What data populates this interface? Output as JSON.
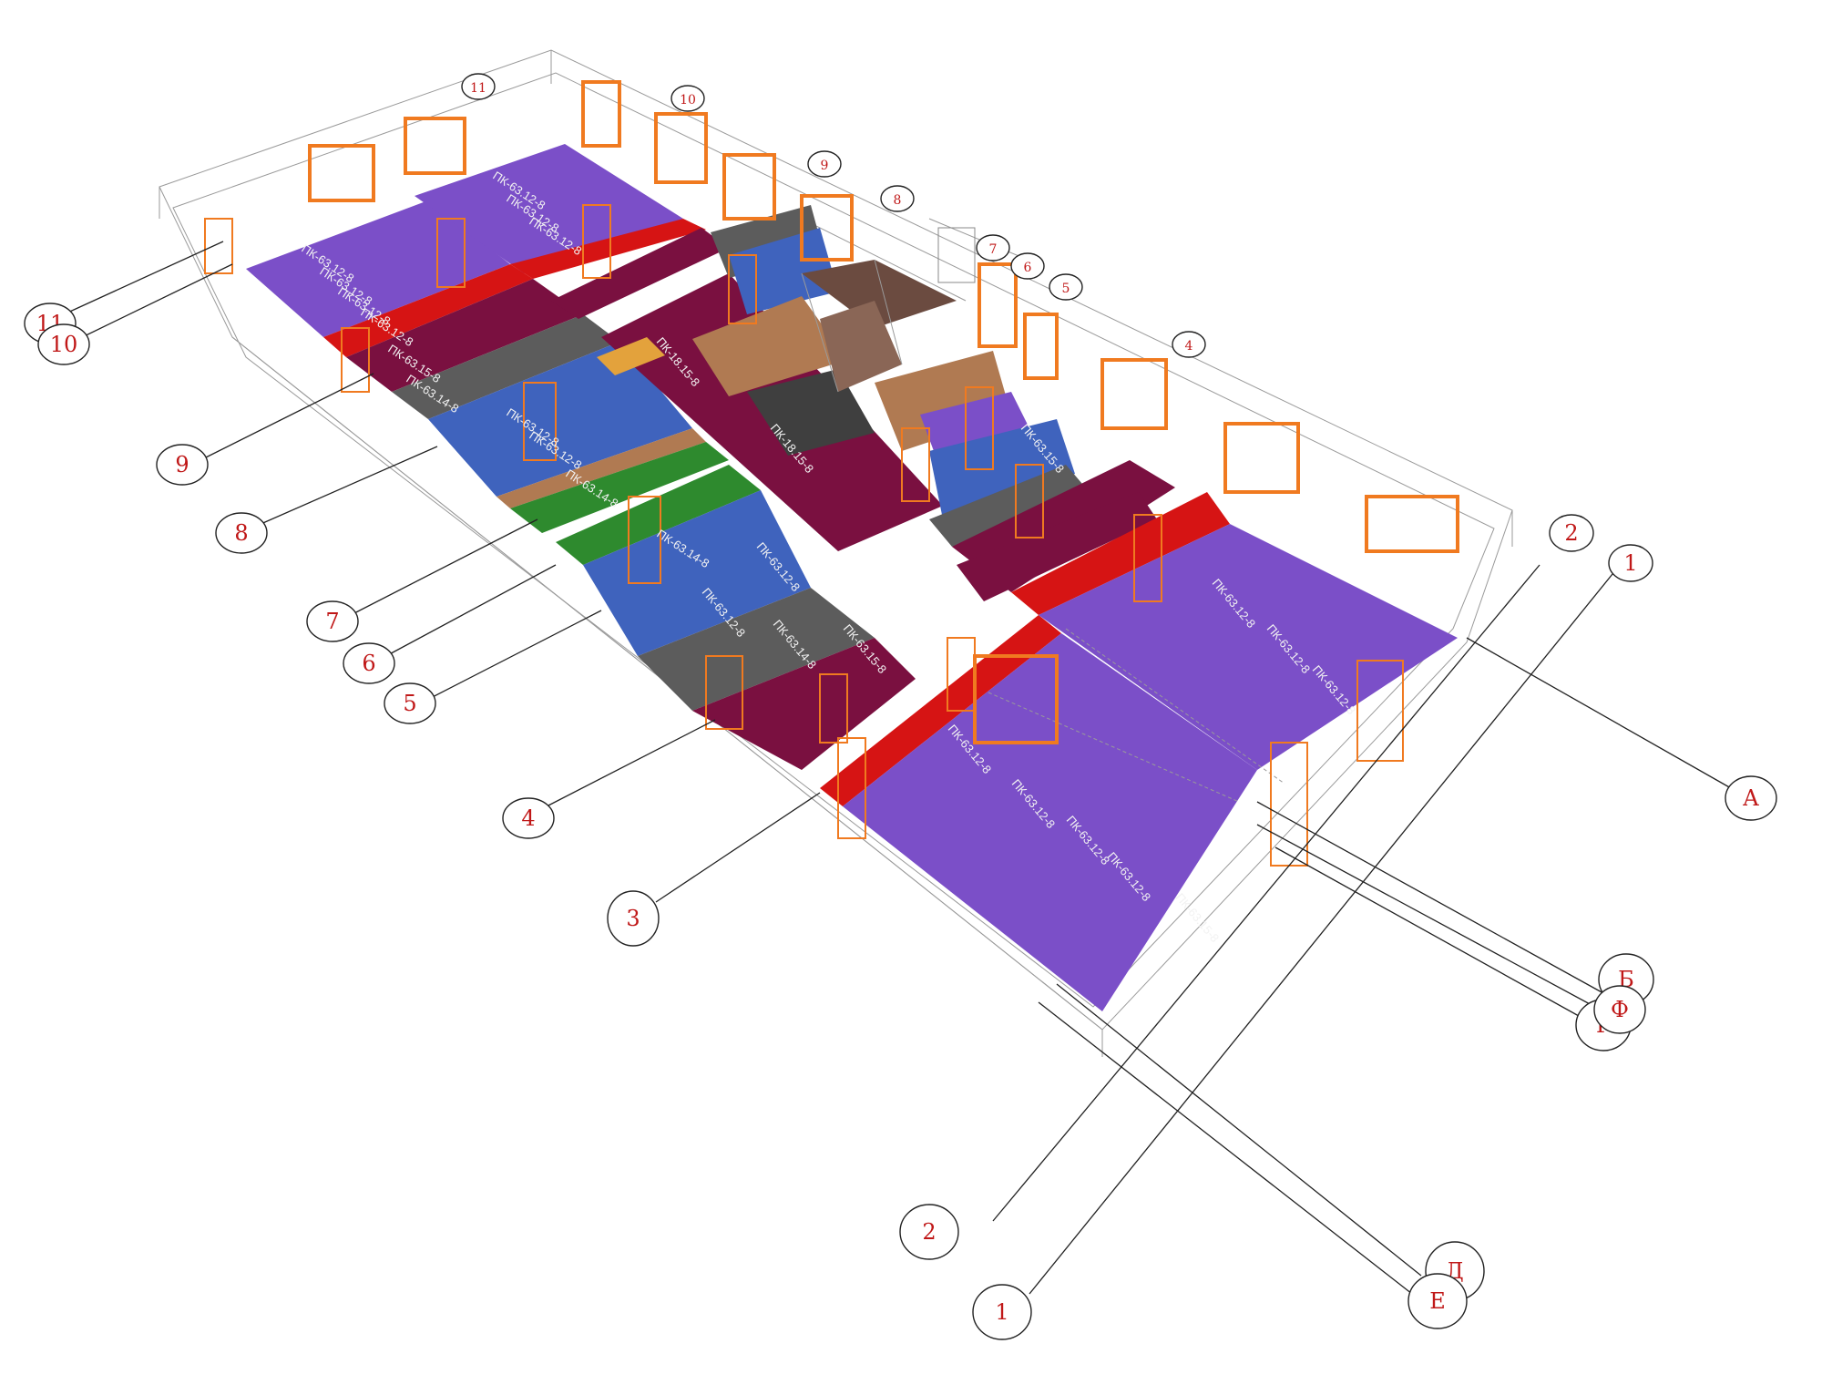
{
  "slab_labels": [
    "ПК-63.12-8",
    "ПК-63.12-8",
    "ПК-63.12-8",
    "ПК-63.12-8",
    "ПК-63.12-8",
    "ПК-63.12-8",
    "ПК-63.12-8",
    "ПК-63.12-8",
    "ПК-63.12-8",
    "ПК-63.12-8",
    "ПК-63.15-8",
    "ПК-63.14-8",
    "ПК-63.14-8",
    "ПК-63.12-8",
    "ПК-63.12-8",
    "ПК-63.14-8",
    "ПК-63.15-8",
    "ПК-63.15-8",
    "ПК-18.15-8",
    "ПК-18.15-8",
    "ПК-63.12-8",
    "ПК-63.12-8",
    "ПК-63.12-8",
    "ПК-63.12-8",
    "ПК-63.12-8",
    "ПК-63.12-8",
    "ПК-63.14-8",
    "ПК-63.15-8"
  ],
  "axes": {
    "left_side": [
      "11",
      "10",
      "9",
      "8",
      "7",
      "6",
      "5",
      "4",
      "3"
    ],
    "bottom": [
      "2",
      "1"
    ],
    "bottom_right_pair": [
      "Д",
      "Е"
    ],
    "right_group": [
      "Б",
      "Г",
      "Ф"
    ],
    "right_side": [
      "2",
      "А",
      "1"
    ],
    "back_side": [
      "4",
      "5",
      "6",
      "7",
      "8",
      "9",
      "10",
      "11"
    ]
  },
  "colors": {
    "purple": "#7b4fc8",
    "red": "#d61414",
    "maroon": "#7a1040",
    "grey": "#5c5c5c",
    "blue": "#3f63bd",
    "green": "#2e8a2e",
    "tan": "#b07a52",
    "brown": "#7b5640",
    "dark_grey": "#3f3f3f",
    "orange": "#f07a20",
    "axis_text": "#c01818"
  }
}
